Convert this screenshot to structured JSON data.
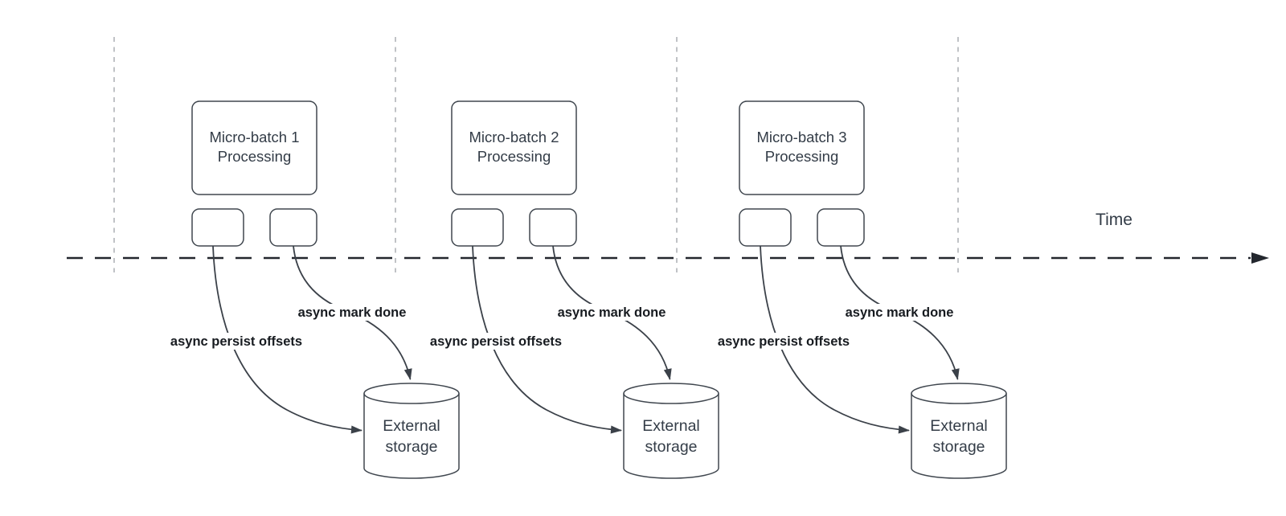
{
  "time_axis_label": "Time",
  "groups": [
    {
      "box_line1": "Micro-batch 1",
      "box_line2": "Processing",
      "persist_label": "async persist offsets",
      "done_label": "async mark done",
      "storage_line1": "External",
      "storage_line2": "storage"
    },
    {
      "box_line1": "Micro-batch 2",
      "box_line2": "Processing",
      "persist_label": "async persist offsets",
      "done_label": "async mark done",
      "storage_line1": "External",
      "storage_line2": "storage"
    },
    {
      "box_line1": "Micro-batch 3",
      "box_line2": "Processing",
      "persist_label": "async persist offsets",
      "done_label": "async mark done",
      "storage_line1": "External",
      "storage_line2": "storage"
    }
  ],
  "colors": {
    "bg": "#ffffff",
    "axis": "#23272e",
    "guide": "#b1b4b8",
    "shapeBorder": "#40474f",
    "shapeText": "#333c47",
    "labelText": "#171b20",
    "arrow": "#3b4149"
  }
}
